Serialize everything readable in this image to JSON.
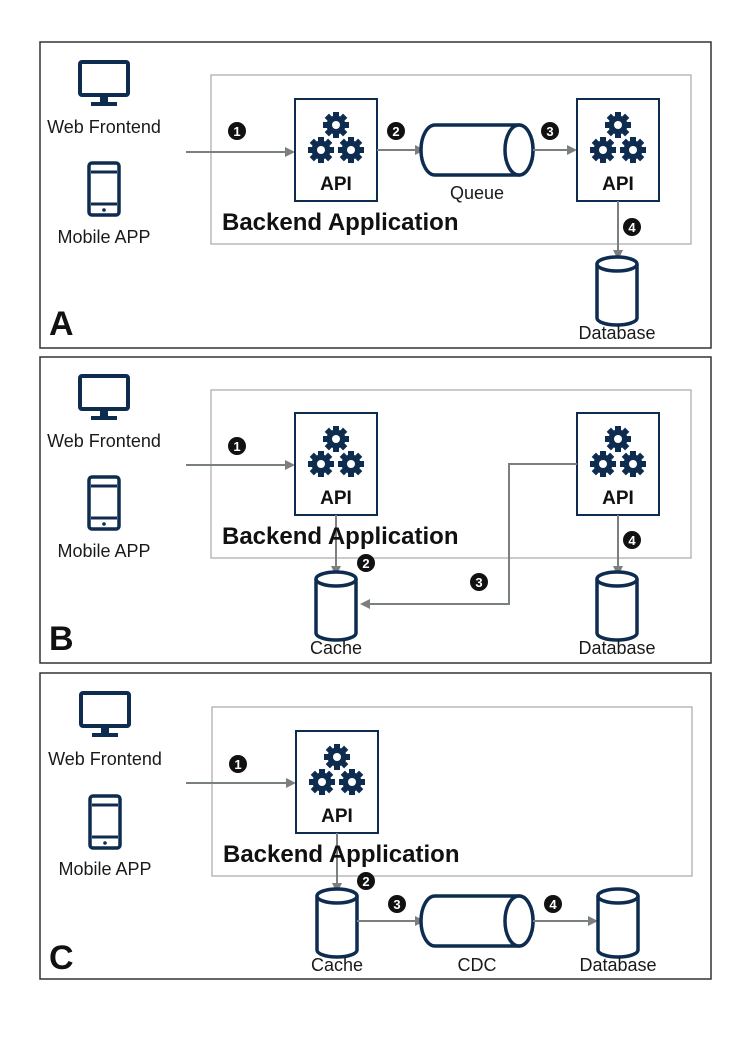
{
  "colors": {
    "navy": "#0d2c4f",
    "arrow": "#7a7f80",
    "frame": "#333333",
    "backend_border": "#a8a8a8",
    "step_badge": "#111111"
  },
  "panels": [
    {
      "letter": "A",
      "clients": {
        "web_label": "Web Frontend",
        "mobile_label": "Mobile APP"
      },
      "backend_label": "Backend Application",
      "api_labels": [
        "API",
        "API"
      ],
      "components": [
        "Queue",
        "Database"
      ],
      "steps": [
        "1",
        "2",
        "3",
        "4"
      ]
    },
    {
      "letter": "B",
      "clients": {
        "web_label": "Web Frontend",
        "mobile_label": "Mobile APP"
      },
      "backend_label": "Backend Application",
      "api_labels": [
        "API",
        "API"
      ],
      "components": [
        "Cache",
        "Database"
      ],
      "steps": [
        "1",
        "2",
        "3",
        "4"
      ]
    },
    {
      "letter": "C",
      "clients": {
        "web_label": "Web Frontend",
        "mobile_label": "Mobile APP"
      },
      "backend_label": "Backend Application",
      "api_labels": [
        "API"
      ],
      "components": [
        "Cache",
        "CDC",
        "Database"
      ],
      "steps": [
        "1",
        "2",
        "3",
        "4"
      ]
    }
  ],
  "icons": {
    "client_web": "monitor-icon",
    "client_mobile": "smartphone-icon",
    "api": "gears-icon",
    "queue": "queue-cylinder-icon",
    "database": "database-icon"
  }
}
